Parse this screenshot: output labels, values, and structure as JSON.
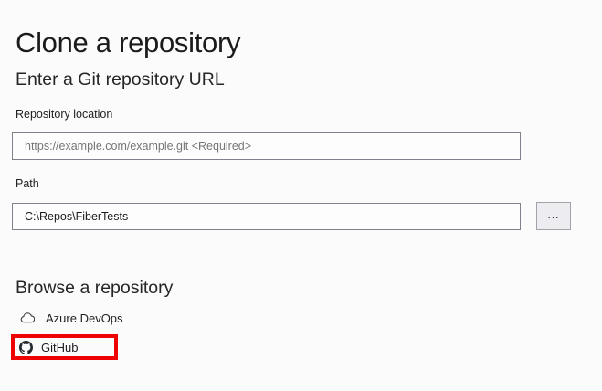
{
  "page": {
    "title": "Clone a repository",
    "background": "#fbfbfb"
  },
  "url_section": {
    "heading": "Enter a Git repository URL",
    "repo_location": {
      "label": "Repository location",
      "placeholder": "https://example.com/example.git <Required>",
      "value": ""
    },
    "path_field": {
      "label": "Path",
      "value": "C:\\Repos\\FiberTests"
    },
    "browse_button_label": "..."
  },
  "browse_section": {
    "heading": "Browse a repository",
    "items": [
      {
        "label": "Azure DevOps",
        "icon": "cloud-icon",
        "highlighted": false
      },
      {
        "label": "GitHub",
        "icon": "github-icon",
        "highlighted": true
      }
    ]
  },
  "colors": {
    "text": "#1e1e1e",
    "placeholder_text": "#767676",
    "input_border": "#7e838c",
    "button_background": "#ededf1",
    "button_border": "#a2a2a8",
    "highlight_box": "#ee0202",
    "background": "#fbfbfb"
  }
}
